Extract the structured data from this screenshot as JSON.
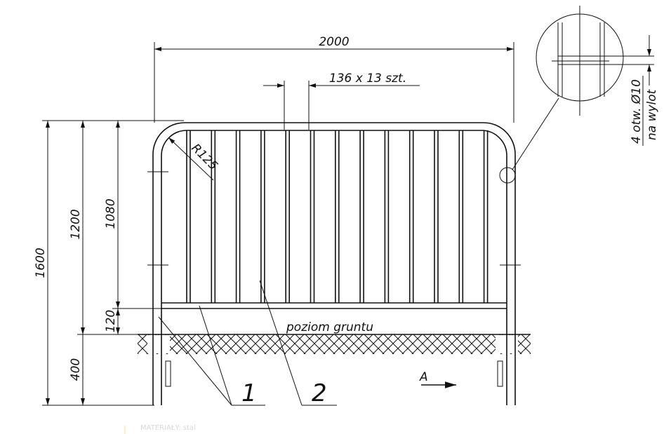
{
  "dimensions": {
    "width_total": "2000",
    "bar_spacing": "136 x 13 szt.",
    "height_total": "1600",
    "height_above_ground": "1200",
    "height_frame": "1080",
    "ground_clearance": "120",
    "depth_below_ground": "400",
    "radius": "R125"
  },
  "detail": {
    "note_line1": "4 otw. Ø10",
    "note_line2": "na wylot"
  },
  "labels": {
    "ground_level": "poziom gruntu",
    "part_1": "1",
    "part_2": "2",
    "view": "A"
  },
  "footer": {
    "materials": "MATERIAŁY: stal"
  },
  "bar_count": 13
}
